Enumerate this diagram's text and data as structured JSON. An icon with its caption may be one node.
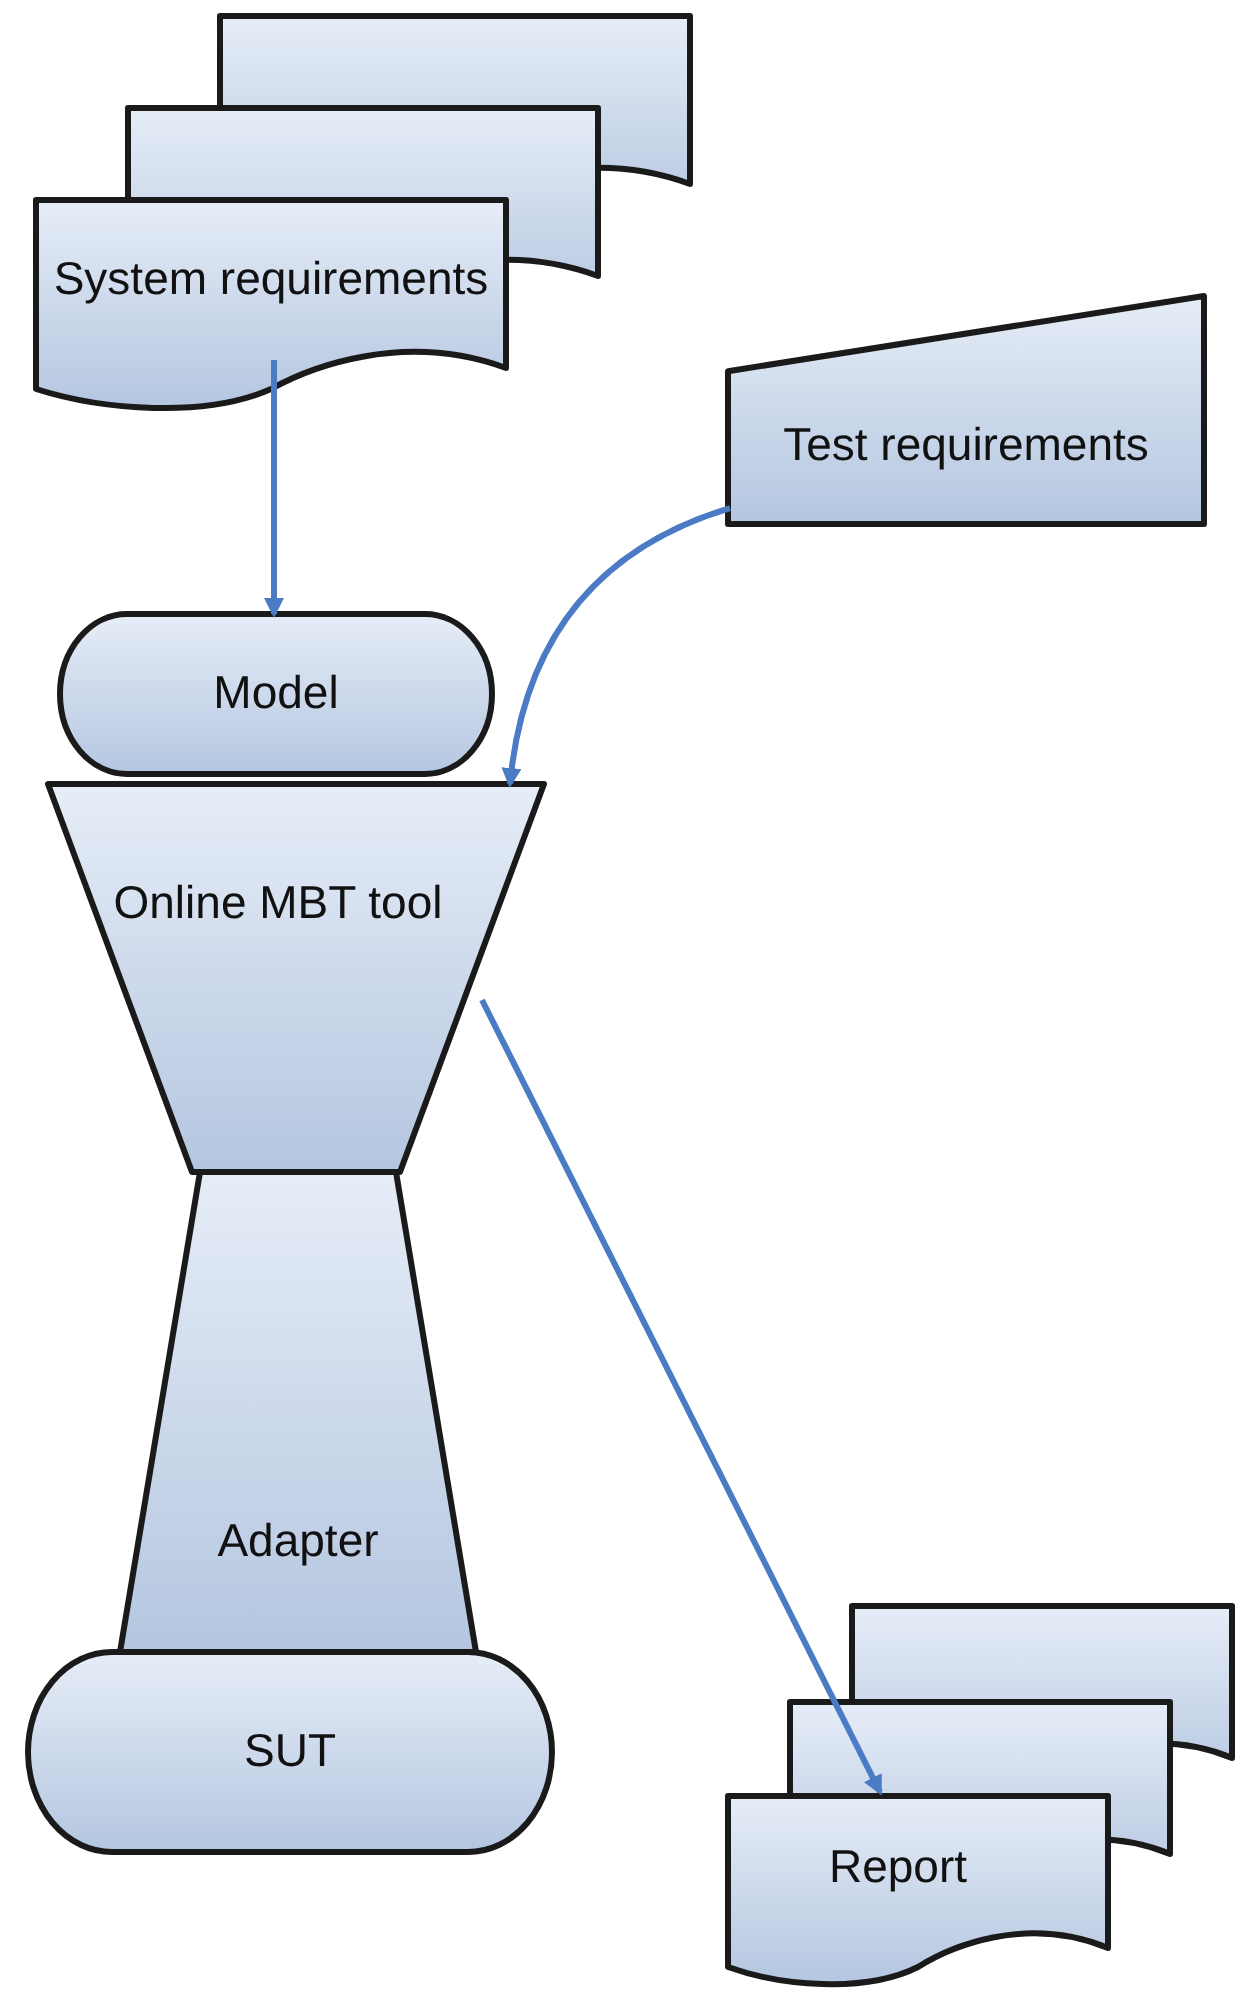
{
  "diagram": {
    "nodes": [
      {
        "text": [
          "System requirements"
        ]
      },
      {
        "text": [
          "Test requirements"
        ]
      },
      {
        "text": [
          "Model"
        ]
      },
      {
        "text": [
          "Online MBT tool"
        ]
      },
      {
        "text": [
          "Adapter"
        ]
      },
      {
        "text": [
          "SUT"
        ]
      },
      {
        "text": [
          "Report"
        ]
      }
    ],
    "edges": [
      {
        "from": 0,
        "to": 2,
        "arrow": "to"
      },
      {
        "from": 1,
        "to": 3,
        "arrow": "to"
      },
      {
        "from": 3,
        "to": 6,
        "arrow": "to"
      }
    ]
  }
}
